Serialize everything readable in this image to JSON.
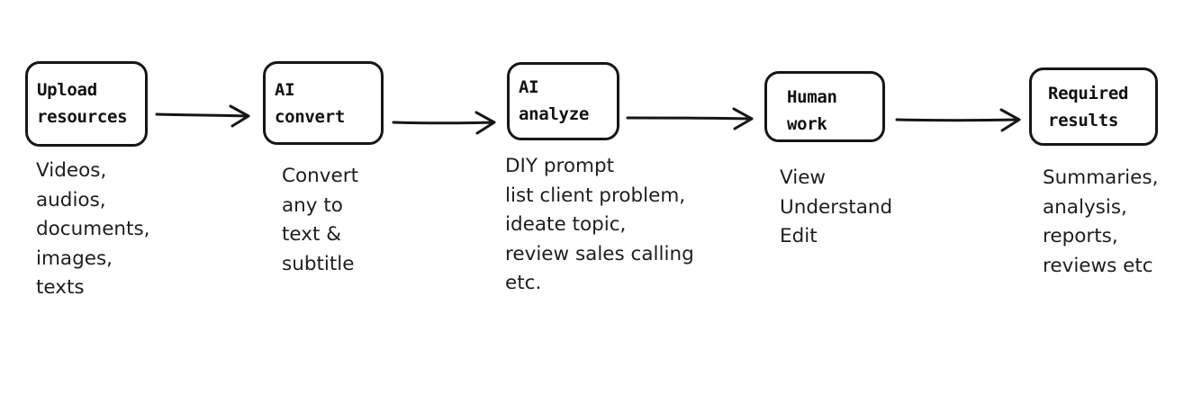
{
  "steps": [
    {
      "title": "Upload\nresources",
      "description": "Videos,\naudios,\ndocuments,\nimages,\ntexts"
    },
    {
      "title": "AI\nconvert",
      "description": "Convert\nany to\ntext &\nsubtitle"
    },
    {
      "title": "AI\nanalyze",
      "description": "DIY prompt\nlist client problem,\nideate topic,\nreview sales calling\netc."
    },
    {
      "title": "Human\nwork",
      "description": "View\nUnderstand\nEdit"
    },
    {
      "title": "Required\nresults",
      "description": "Summaries,\nanalysis,\nreports,\nreviews etc"
    }
  ]
}
